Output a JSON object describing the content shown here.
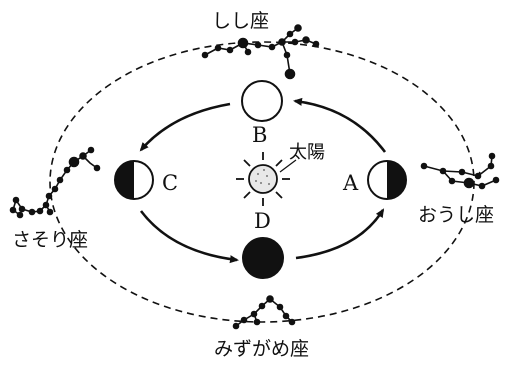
{
  "labels": {
    "leo": "しし座",
    "taurus": "おうし座",
    "scorpius": "さそり座",
    "aquarius": "みずがめ座",
    "sun": "太陽",
    "earth_a": "A",
    "earth_b": "B",
    "earth_c": "C",
    "earth_d": "D"
  },
  "icons": {
    "sun": "sun-icon",
    "earth": "earth-phase-icon"
  },
  "colors": {
    "line": "#111111",
    "background": "#ffffff",
    "sun_fill": "#e8e8e8"
  }
}
